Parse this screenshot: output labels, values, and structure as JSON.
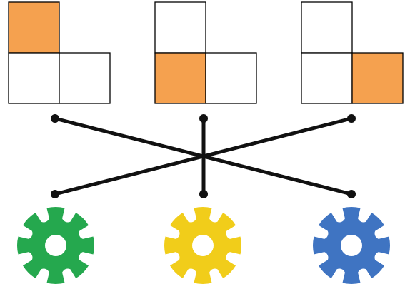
{
  "colors": {
    "background": "#ffffff",
    "square_outline": "#000000",
    "square_empty": "#ffffff",
    "square_highlight": "#f5a14f",
    "connector": "#111111",
    "gear_green": "#25a84e",
    "gear_yellow": "#f1cd1a",
    "gear_blue": "#3f74c2"
  },
  "patterns": [
    {
      "highlighted_cell": "top"
    },
    {
      "highlighted_cell": "bottom-left"
    },
    {
      "highlighted_cell": "bottom-right"
    }
  ],
  "gears": [
    {
      "color": "green",
      "icon": "gear-icon"
    },
    {
      "color": "yellow",
      "icon": "gear-icon"
    },
    {
      "color": "blue",
      "icon": "gear-icon"
    }
  ],
  "matching": [
    {
      "pattern": 1,
      "gear": 3
    },
    {
      "pattern": 2,
      "gear": 2
    },
    {
      "pattern": 3,
      "gear": 1
    }
  ]
}
